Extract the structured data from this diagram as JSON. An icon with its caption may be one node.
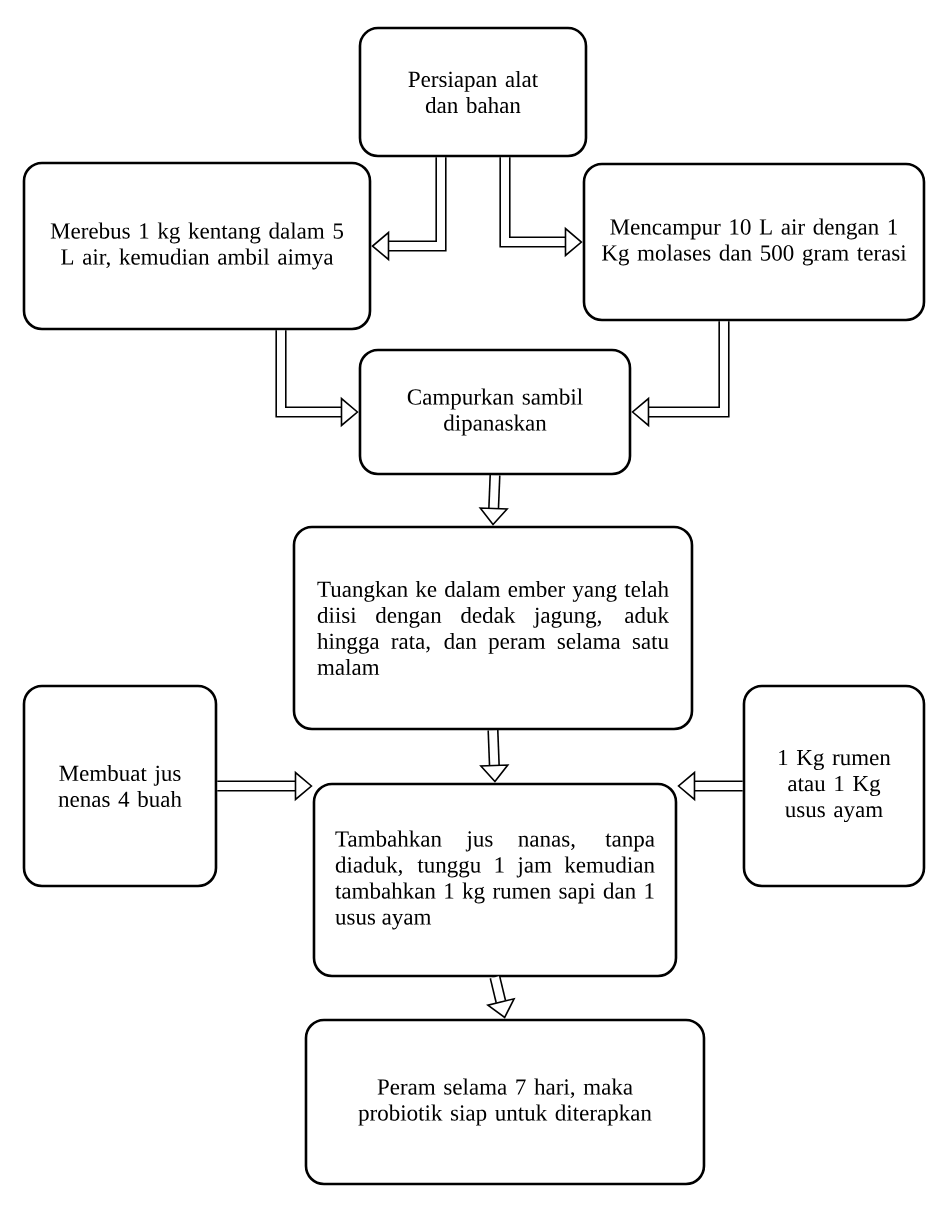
{
  "diagram": {
    "nodes": [
      {
        "text": [
          "Persiapan alat dan bahan"
        ]
      },
      {
        "text": [
          "Merebus 1 kg kentang dalam 5 L air, kemudian ambil aimya"
        ]
      },
      {
        "text": [
          "Mencampur 10 L air dengan 1 Kg molases   dan 500 gram terasi"
        ]
      },
      {
        "text": [
          "Campurkan sambil dipanaskan"
        ]
      },
      {
        "text": [
          "Tuangkan   ke dalam ember yang telah diisi dengan dedak jagung, aduk hingga rata, dan peram selama satu malam"
        ]
      },
      {
        "text": [
          "Membuat jus nenas 4 buah"
        ]
      },
      {
        "text": [
          "1 Kg rumen atau 1 Kg usus ayam"
        ]
      },
      {
        "text": [
          "Tambahkan jus nanas, tanpa diaduk, tunggu 1 jam kemudian tambahkan 1 kg rumen  sapi dan 1 usus ayam"
        ]
      },
      {
        "text": [
          "Peram selama 7 hari, maka probiotik siap untuk diterapkan"
        ]
      }
    ],
    "edges": [
      {
        "from": 0,
        "to": 1,
        "arrow": "to"
      },
      {
        "from": 0,
        "to": 2,
        "arrow": "to"
      },
      {
        "from": 1,
        "to": 3,
        "arrow": "to"
      },
      {
        "from": 2,
        "to": 3,
        "arrow": "to"
      },
      {
        "from": 3,
        "to": 4,
        "arrow": "to"
      },
      {
        "from": 5,
        "to": 7,
        "arrow": "to"
      },
      {
        "from": 6,
        "to": 7,
        "arrow": "to"
      },
      {
        "from": 4,
        "to": 7,
        "arrow": "to"
      },
      {
        "from": 7,
        "to": 8,
        "arrow": "to"
      }
    ]
  }
}
